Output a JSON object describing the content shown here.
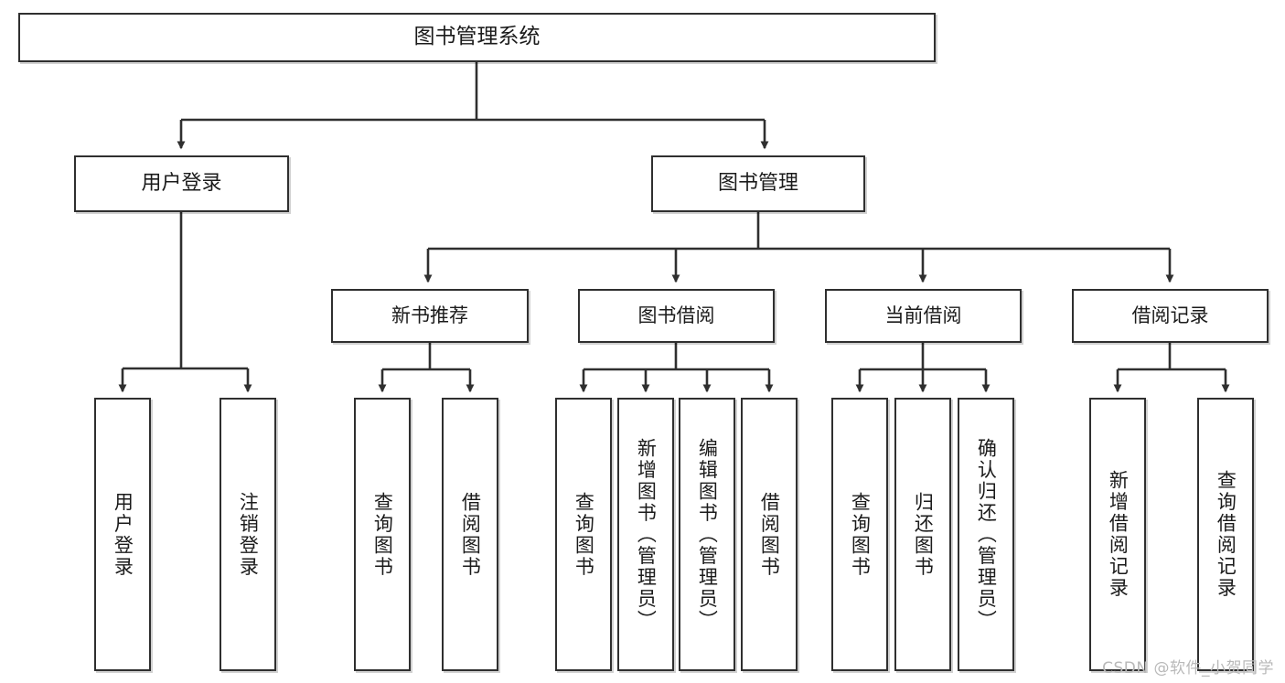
{
  "diagram": {
    "type": "tree-hierarchy",
    "title": "图书管理系统",
    "root": {
      "id": "root",
      "label": "图书管理系统"
    },
    "level2": [
      {
        "id": "user-login",
        "label": "用户登录"
      },
      {
        "id": "book-management",
        "label": "图书管理"
      }
    ],
    "level3": [
      {
        "id": "new-book-recommend",
        "label": "新书推荐",
        "parent": "book-management"
      },
      {
        "id": "book-borrow",
        "label": "图书借阅",
        "parent": "book-management"
      },
      {
        "id": "current-borrow",
        "label": "当前借阅",
        "parent": "book-management"
      },
      {
        "id": "borrow-record",
        "label": "借阅记录",
        "parent": "book-management"
      }
    ],
    "leaves": [
      {
        "id": "leaf-user-login",
        "label": "用户登录",
        "parent": "user-login"
      },
      {
        "id": "leaf-logout-login",
        "label": "注销登录",
        "parent": "user-login"
      },
      {
        "id": "leaf-query-book-1",
        "label": "查询图书",
        "parent": "new-book-recommend"
      },
      {
        "id": "leaf-borrow-book-1",
        "label": "借阅图书",
        "parent": "new-book-recommend"
      },
      {
        "id": "leaf-query-book-2",
        "label": "查询图书",
        "parent": "book-borrow"
      },
      {
        "id": "leaf-add-book",
        "label": "新增图书（管理员）",
        "parent": "book-borrow"
      },
      {
        "id": "leaf-edit-book",
        "label": "编辑图书（管理员）",
        "parent": "book-borrow"
      },
      {
        "id": "leaf-borrow-book-2",
        "label": "借阅图书",
        "parent": "book-borrow"
      },
      {
        "id": "leaf-query-book-3",
        "label": "查询图书",
        "parent": "current-borrow"
      },
      {
        "id": "leaf-return-book",
        "label": "归还图书",
        "parent": "current-borrow"
      },
      {
        "id": "leaf-confirm-return",
        "label": "确认归还（管理员）",
        "parent": "current-borrow"
      },
      {
        "id": "leaf-add-record",
        "label": "新增借阅记录",
        "parent": "borrow-record"
      },
      {
        "id": "leaf-query-record",
        "label": "查询借阅记录",
        "parent": "borrow-record"
      }
    ],
    "colors": {
      "stroke": "#2f2f2f",
      "fill": "#ffffff",
      "text": "#1b1b1b",
      "watermark": "#b9b9b9"
    }
  },
  "watermark": {
    "text": "CSDN @软件_小贺同学"
  }
}
